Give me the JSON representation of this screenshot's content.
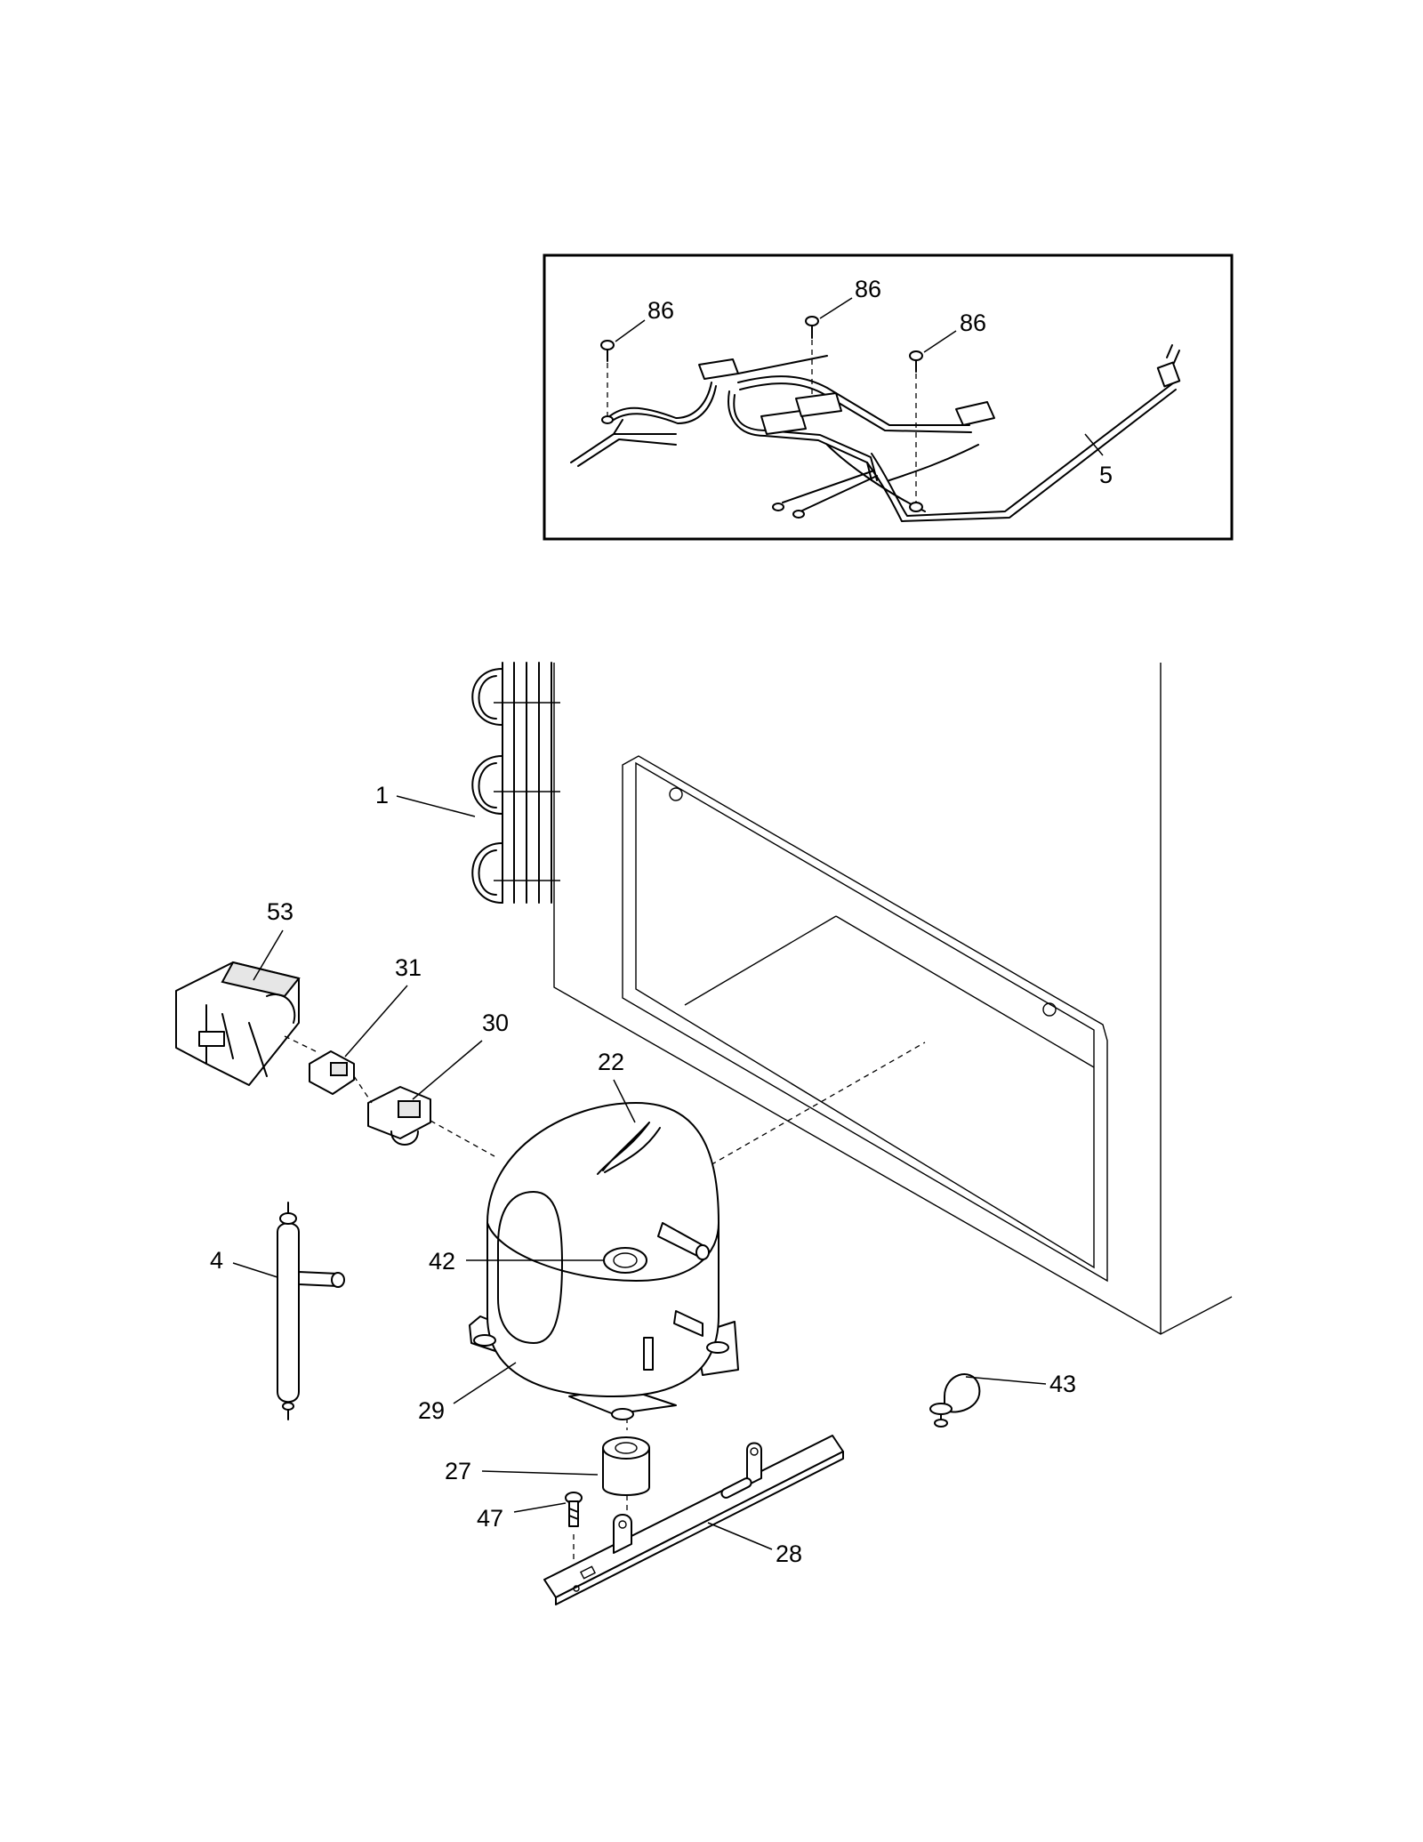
{
  "callouts": {
    "wiring_screw_a": "86",
    "wiring_screw_b": "86",
    "wiring_screw_c": "86",
    "power_cord_harness": "5",
    "condenser": "1",
    "relay_cover": "53",
    "overload": "31",
    "relay": "30",
    "grommet_clip": "22",
    "compressor_port": "42",
    "drier": "4",
    "compressor": "29",
    "grommet": "27",
    "screw": "47",
    "mounting_bracket": "28",
    "clamp": "43"
  }
}
